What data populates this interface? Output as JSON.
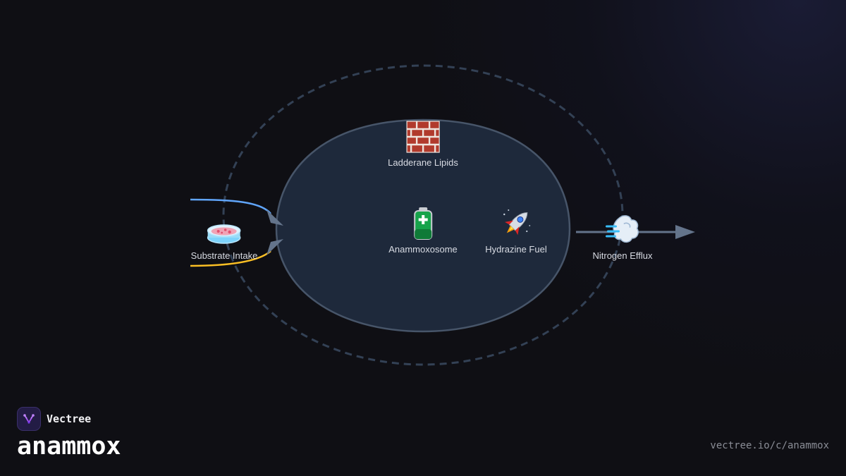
{
  "diagram": {
    "nodes": {
      "lipids": {
        "label": "Ladderane Lipids",
        "icon": "brick-icon"
      },
      "anammoxosome": {
        "label": "Anammoxosome",
        "icon": "battery-icon"
      },
      "hydrazine": {
        "label": "Hydrazine Fuel",
        "icon": "rocket-icon"
      },
      "substrate": {
        "label": "Substrate Intake",
        "icon": "petri-dish-icon"
      },
      "efflux": {
        "label": "Nitrogen Efflux",
        "icon": "dash-cloud-icon"
      }
    },
    "colors": {
      "background": "#0f0f14",
      "cell_fill": "#1e293b",
      "cell_stroke": "#475569",
      "outer_membrane": "#334155",
      "arrow": "#64748b",
      "intake_blue": "#60a5fa",
      "intake_yellow": "#fbbf24"
    }
  },
  "brand": {
    "name": "Vectree",
    "icon": "vectree-logo-icon"
  },
  "title": "anammox",
  "url": "vectree.io/c/anammox"
}
